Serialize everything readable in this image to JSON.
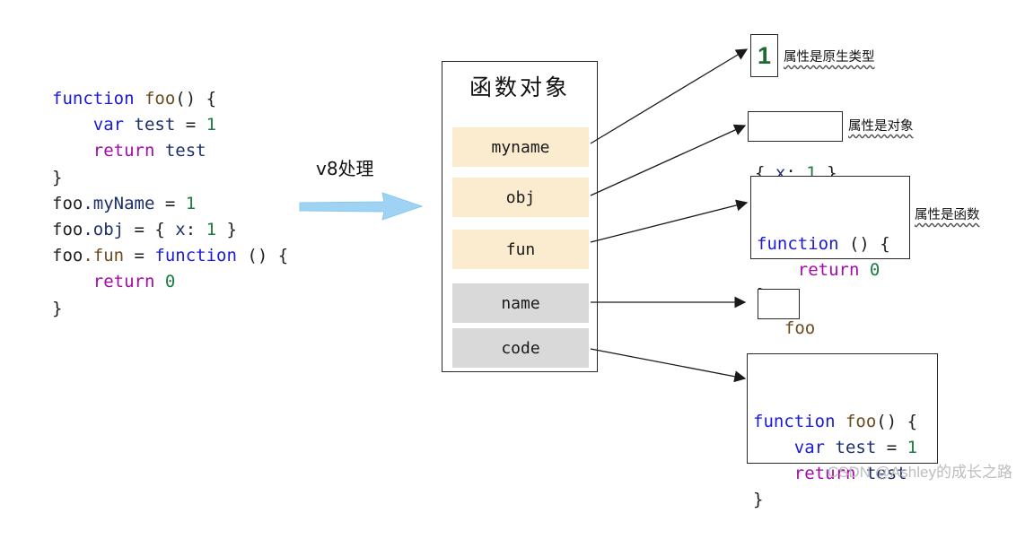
{
  "source_code": {
    "lines": [
      [
        {
          "t": "function",
          "c": "kw"
        },
        {
          "t": " ",
          "c": ""
        },
        {
          "t": "foo",
          "c": "fn"
        },
        {
          "t": "() {",
          "c": ""
        }
      ],
      [
        {
          "t": "    ",
          "c": ""
        },
        {
          "t": "var",
          "c": "kw"
        },
        {
          "t": " ",
          "c": ""
        },
        {
          "t": "test",
          "c": "var"
        },
        {
          "t": " = ",
          "c": ""
        },
        {
          "t": "1",
          "c": "num"
        }
      ],
      [
        {
          "t": "    ",
          "c": ""
        },
        {
          "t": "return",
          "c": "ret"
        },
        {
          "t": " ",
          "c": ""
        },
        {
          "t": "test",
          "c": "var"
        }
      ],
      [
        {
          "t": "}",
          "c": ""
        }
      ],
      [
        {
          "t": "foo",
          "c": ""
        },
        {
          "t": ".myName",
          "c": "var"
        },
        {
          "t": " = ",
          "c": ""
        },
        {
          "t": "1",
          "c": "num"
        }
      ],
      [
        {
          "t": "foo",
          "c": ""
        },
        {
          "t": ".obj",
          "c": "var"
        },
        {
          "t": " = { ",
          "c": ""
        },
        {
          "t": "x",
          "c": "var"
        },
        {
          "t": ": ",
          "c": ""
        },
        {
          "t": "1",
          "c": "num"
        },
        {
          "t": " }",
          "c": ""
        }
      ],
      [
        {
          "t": "foo",
          "c": ""
        },
        {
          "t": ".fun",
          "c": "fn"
        },
        {
          "t": " = ",
          "c": ""
        },
        {
          "t": "function",
          "c": "kw"
        },
        {
          "t": " () {",
          "c": ""
        }
      ],
      [
        {
          "t": "    ",
          "c": ""
        },
        {
          "t": "return",
          "c": "ret"
        },
        {
          "t": " ",
          "c": ""
        },
        {
          "t": "0",
          "c": "num"
        }
      ],
      [
        {
          "t": "}",
          "c": ""
        }
      ]
    ]
  },
  "process_label": "v8处理",
  "function_object": {
    "title": "函数对象",
    "attributes": [
      "myname",
      "obj",
      "fun"
    ],
    "internals": [
      "name",
      "code"
    ]
  },
  "targets": {
    "primitive_value": "1",
    "primitive_note": "属性是原生类型",
    "object_code": [
      [
        {
          "t": "{ ",
          "c": ""
        },
        {
          "t": "x",
          "c": "var"
        },
        {
          "t": ": ",
          "c": ""
        },
        {
          "t": "1",
          "c": "num"
        },
        {
          "t": " }",
          "c": ""
        }
      ]
    ],
    "object_note": "属性是对象",
    "function_code": [
      [
        {
          "t": "function",
          "c": "kw"
        },
        {
          "t": " () {",
          "c": ""
        }
      ],
      [
        {
          "t": "    ",
          "c": ""
        },
        {
          "t": "return",
          "c": "ret"
        },
        {
          "t": " ",
          "c": ""
        },
        {
          "t": "0",
          "c": "num"
        }
      ],
      [
        {
          "t": "}",
          "c": ""
        }
      ]
    ],
    "function_note": "属性是函数",
    "name_value": "foo",
    "code_block": [
      [
        {
          "t": "function",
          "c": "kw"
        },
        {
          "t": " ",
          "c": ""
        },
        {
          "t": "foo",
          "c": "fn"
        },
        {
          "t": "() {",
          "c": ""
        }
      ],
      [
        {
          "t": "    ",
          "c": ""
        },
        {
          "t": "var",
          "c": "kw"
        },
        {
          "t": " ",
          "c": ""
        },
        {
          "t": "test",
          "c": "var"
        },
        {
          "t": " = ",
          "c": ""
        },
        {
          "t": "1",
          "c": "num"
        }
      ],
      [
        {
          "t": "    ",
          "c": ""
        },
        {
          "t": "return",
          "c": "ret"
        },
        {
          "t": " ",
          "c": ""
        },
        {
          "t": "test",
          "c": "var"
        }
      ],
      [
        {
          "t": "}",
          "c": ""
        }
      ]
    ]
  },
  "watermark": "CSDN @Ashley的成长之路",
  "colors": {
    "keyword": "#1a1ad8",
    "function_name": "#6b4a1c",
    "variable": "#1d2f6b",
    "number": "#1d7b41",
    "return_keyword": "#a40aa8",
    "attribute_slot": "#fbeccf",
    "internal_slot": "#d9d9d9",
    "process_arrow": "#9fd3f3"
  }
}
